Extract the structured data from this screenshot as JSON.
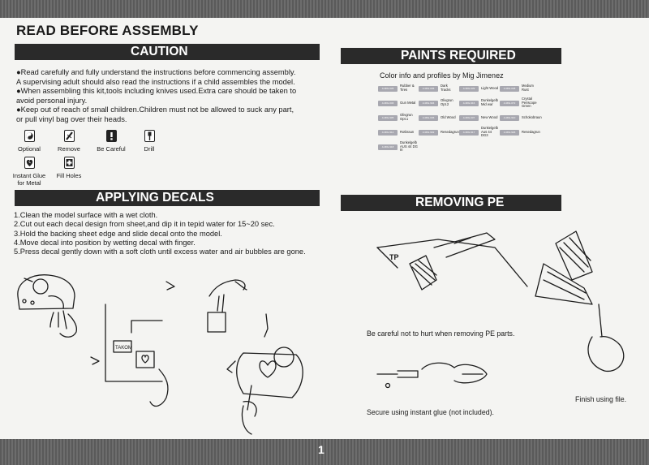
{
  "header": {
    "title": "READ BEFORE ASSEMBLY"
  },
  "caution": {
    "title": "CAUTION",
    "lines": [
      "●Read carefully and fully understand the instructions before commencing assembly.",
      "A supervising adult should also read the instructions if a child assembles the model.",
      "●When assembling this kit,tools including knives used.Extra care should be taken to",
      "avoid personal injury.",
      "●Keep out of reach of small children.Children must not be allowed to suck any part,",
      "or pull vinyl bag over their heads."
    ],
    "icons": [
      {
        "label": "Optional",
        "icon": "optional-icon"
      },
      {
        "label": "Remove",
        "icon": "remove-icon"
      },
      {
        "label": "Be Careful",
        "icon": "be-careful-icon"
      },
      {
        "label": "Drill",
        "icon": "drill-icon"
      },
      {
        "label": "Instant Glue for Metal",
        "icon": "instant-glue-icon"
      },
      {
        "label": "Fill Holes",
        "icon": "fill-holes-icon"
      }
    ]
  },
  "paints": {
    "title": "PAINTS REQUIRED",
    "subtitle": "Color info and profiles by Mig Jimenez",
    "items": [
      {
        "code": "A.MIG-035",
        "name": "Rubber & Tires"
      },
      {
        "code": "A.MIG-036",
        "name": "Dark Tracks"
      },
      {
        "code": "A.MIG-039",
        "name": "Light Wood"
      },
      {
        "code": "A.MIG-038",
        "name": "Medium Rust"
      },
      {
        "code": "A.MIG-046",
        "name": "Gun Metal"
      },
      {
        "code": "A.MIG-904",
        "name": "Olivgrun Opt.2"
      },
      {
        "code": "A.MIG-916",
        "name": "Dunkelgelb Mid war"
      },
      {
        "code": "A.MIG-072",
        "name": "Crystal Periscope Green"
      },
      {
        "code": "A.MIG-905",
        "name": "Olivgrun Opt.1"
      },
      {
        "code": "A.MIG-036",
        "name": "Old Wood"
      },
      {
        "code": "A.MIG-037",
        "name": "New Wood"
      },
      {
        "code": "A.MIG-910",
        "name": "Schokobraun"
      },
      {
        "code": "A.MIG-914",
        "name": "Rotbraun"
      },
      {
        "code": "A.MIG-902",
        "name": "Resedagrun"
      },
      {
        "code": "A.MIG-917",
        "name": "Dunkelgelb Aus 44 DG3"
      },
      {
        "code": "A.MIG-926",
        "name": "Resedagrun"
      },
      {
        "code": "A.MIG-918",
        "name": "Dunkelgelb AUS 44 DG III"
      }
    ]
  },
  "decals": {
    "title": "APPLYING DECALS",
    "steps": [
      "1.Clean the model surface with a wet cloth.",
      "2.Cut out each decal design from sheet,and dip it in tepid water for 15~20 sec.",
      "3.Hold the backing sheet edge and slide decal onto the model.",
      "4.Move decal into position by wetting decal with finger.",
      "5.Press decal gently down with a soft cloth until excess water and air bubbles are gone."
    ],
    "sheet_label": "TAKOM"
  },
  "pe": {
    "title": "REMOVING PE",
    "caution_caption": "Be careful not to hurt when removing PE parts.",
    "glue_caption": "Secure using instant glue (not included).",
    "file_caption": "Finish using file.",
    "fret_label": "TP"
  },
  "footer": {
    "page": "1"
  }
}
